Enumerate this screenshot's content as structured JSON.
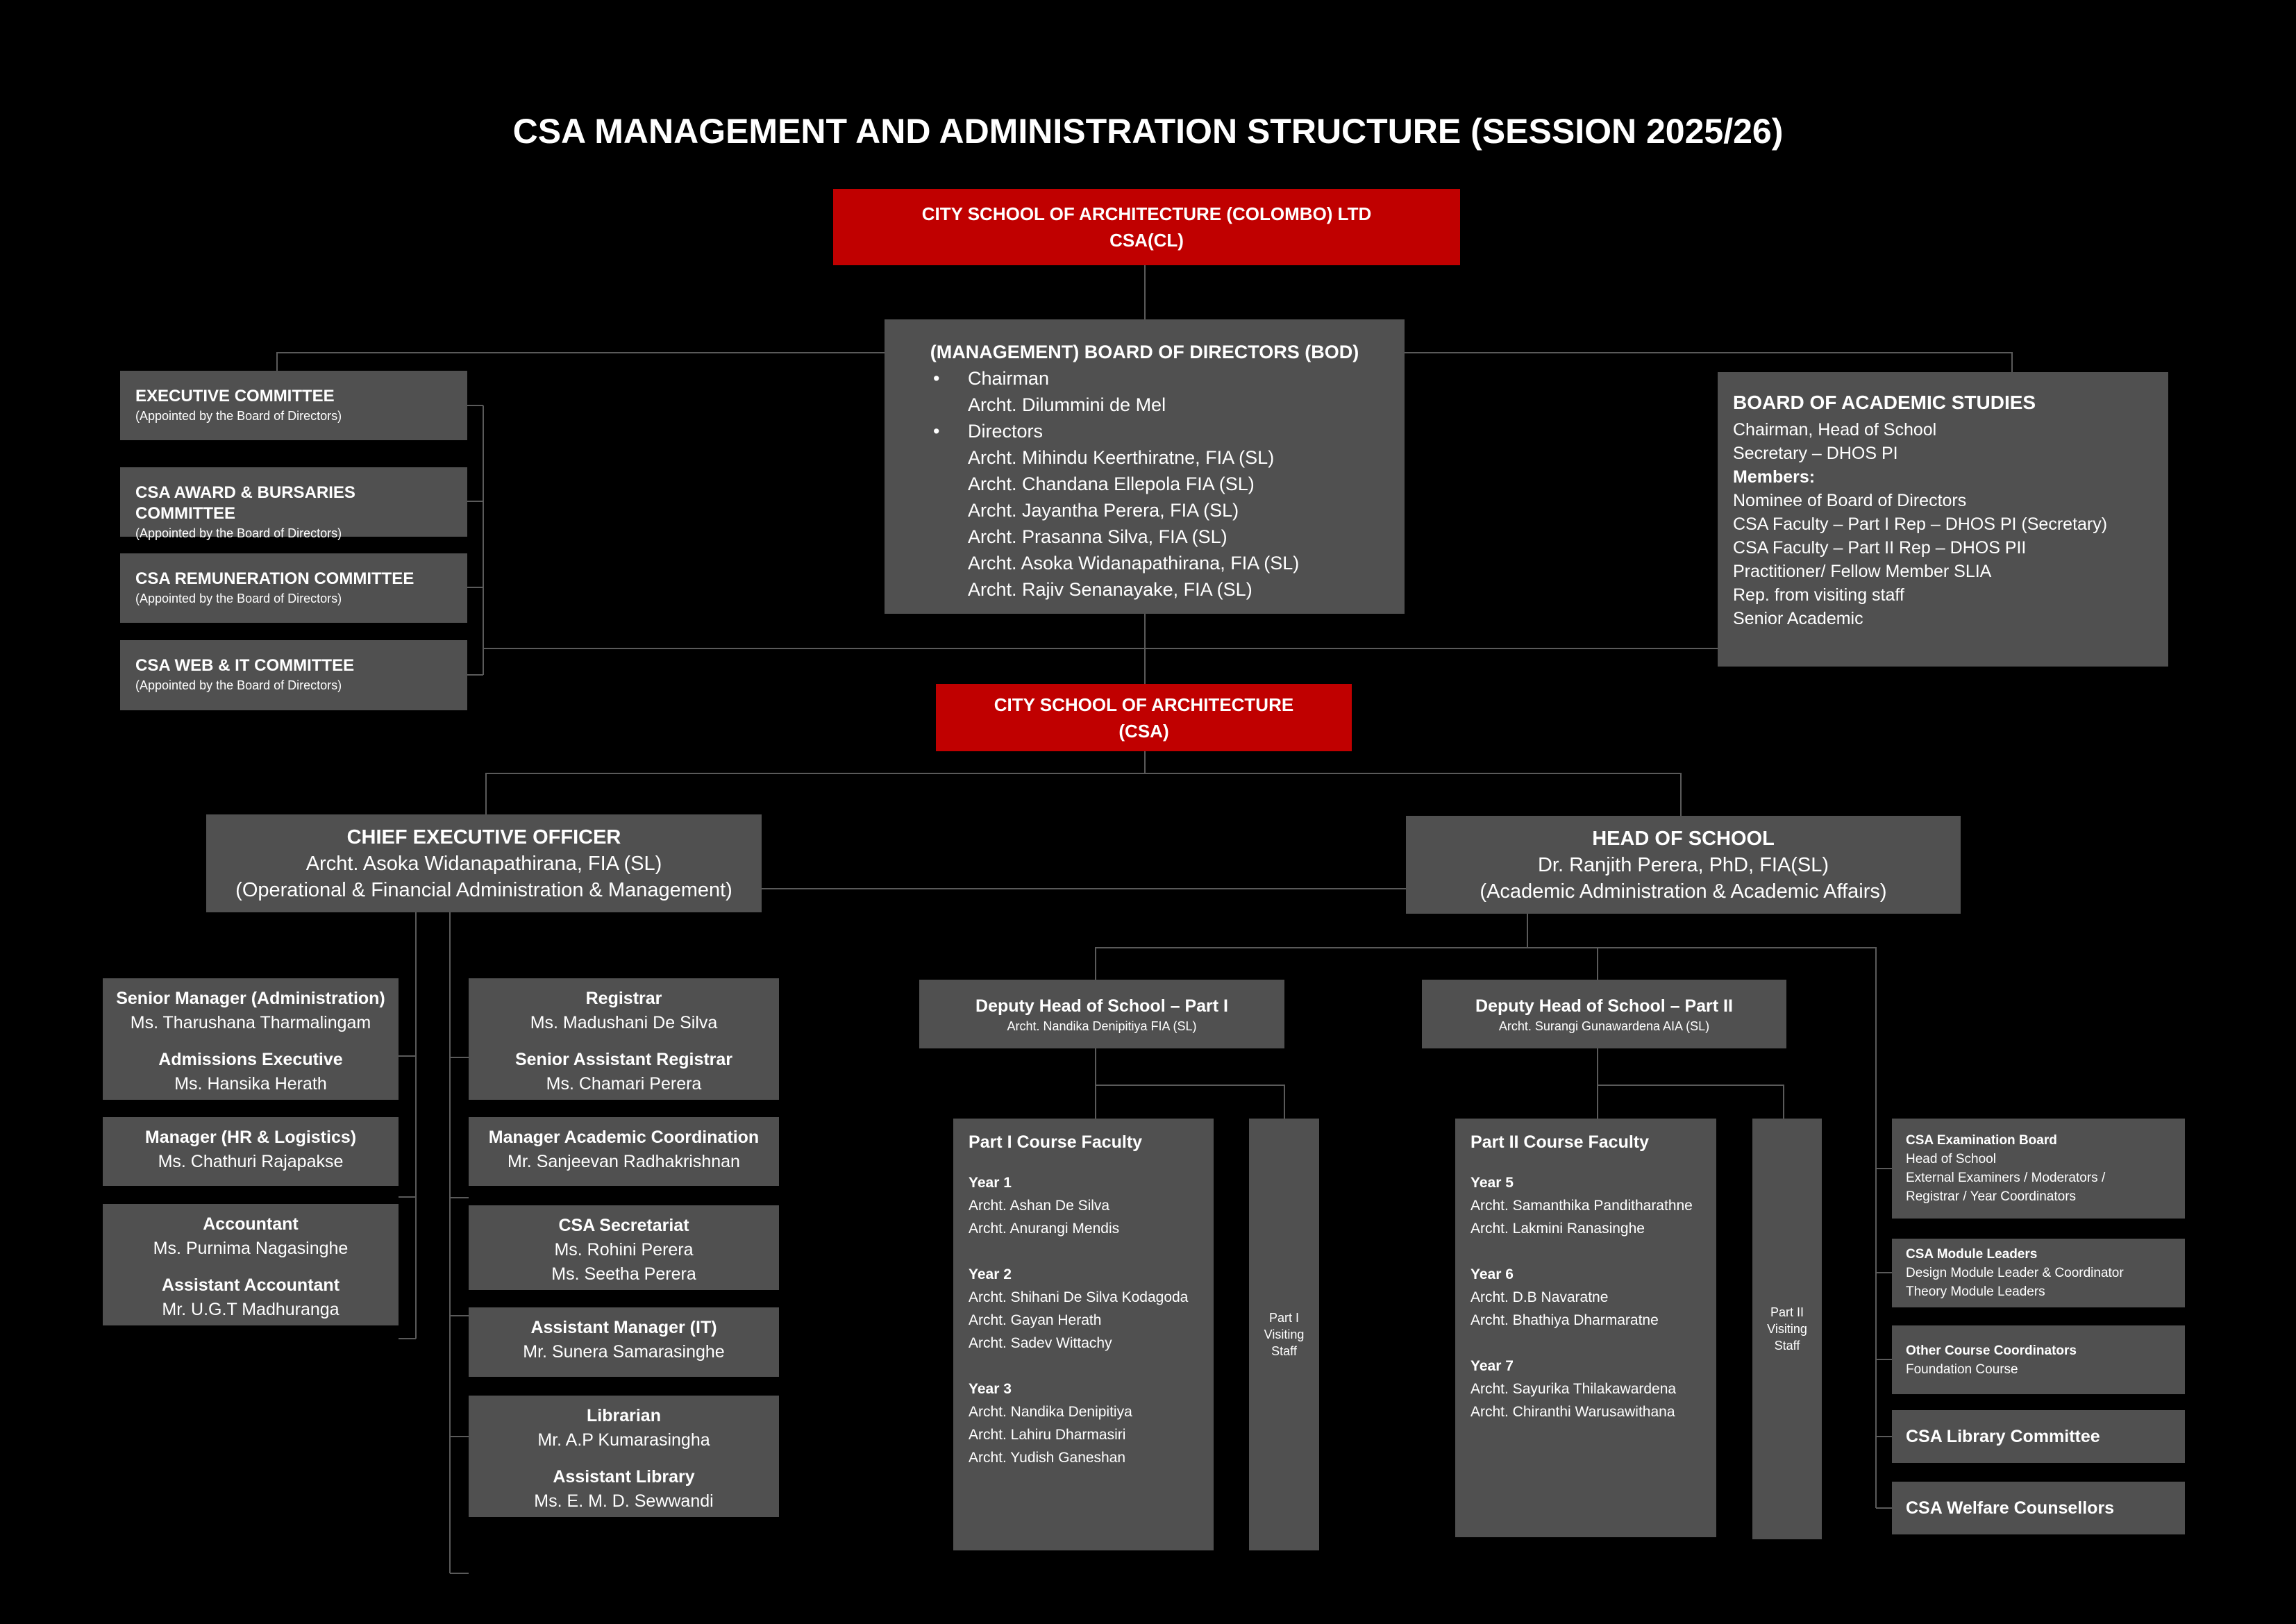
{
  "title": "CSA MANAGEMENT AND ADMINISTRATION STRUCTURE (SESSION 2025/26)",
  "colors": {
    "background": "#000000",
    "box": "#505050",
    "accent": "#c00000",
    "line": "#5a5a5a"
  },
  "company": {
    "line1": "CITY SCHOOL OF ARCHITECTURE (COLOMBO) LTD",
    "line2": "CSA(CL)"
  },
  "bod": {
    "title": "(MANAGEMENT) BOARD OF DIRECTORS (BOD)",
    "chairman_label": "Chairman",
    "chairman": "Archt. Dilummini de Mel",
    "directors_label": "Directors",
    "directors": [
      "Archt. Mihindu Keerthiratne, FIA (SL)",
      "Archt. Chandana Ellepola FIA (SL)",
      "Archt. Jayantha Perera, FIA (SL)",
      "Archt. Prasanna Silva, FIA (SL)",
      "Archt. Asoka Widanapathirana, FIA (SL)",
      "Archt. Rajiv Senanayake, FIA (SL)"
    ]
  },
  "committees": [
    {
      "name": "EXECUTIVE COMMITTEE",
      "note": "(Appointed by the Board of Directors)"
    },
    {
      "name": "CSA AWARD & BURSARIES COMMITTEE",
      "note": "(Appointed by the Board of Directors)"
    },
    {
      "name": "CSA REMUNERATION COMMITTEE",
      "note": "(Appointed by the Board of Directors)"
    },
    {
      "name": "CSA WEB & IT COMMITTEE",
      "note": "(Appointed by the Board of Directors)"
    }
  ],
  "academic_board": {
    "title": "BOARD OF ACADEMIC STUDIES",
    "lines": [
      "Chairman, Head of School",
      "Secretary – DHOS PI"
    ],
    "members_label": "Members:",
    "members": [
      "Nominee of Board of Directors",
      "CSA Faculty – Part I Rep – DHOS PI (Secretary)",
      "CSA Faculty – Part II Rep – DHOS PII",
      "Practitioner/ Fellow Member SLIA",
      "Rep. from visiting staff",
      "Senior Academic"
    ]
  },
  "school": {
    "line1": "CITY SCHOOL OF ARCHITECTURE",
    "line2": "(CSA)"
  },
  "ceo": {
    "title": "CHIEF EXECUTIVE OFFICER",
    "name": "Archt. Asoka Widanapathirana, FIA (SL)",
    "role": "(Operational & Financial Administration & Management)"
  },
  "hos": {
    "title": "HEAD OF SCHOOL",
    "name": "Dr. Ranjith Perera, PhD, FIA(SL)",
    "role": "(Academic Administration & Academic Affairs)"
  },
  "admin_left": [
    [
      {
        "role": "Senior Manager (Administration)",
        "names": [
          "Ms. Tharushana Tharmalingam"
        ]
      },
      {
        "role": "Admissions Executive",
        "names": [
          "Ms. Hansika Herath"
        ]
      }
    ],
    [
      {
        "role": "Manager (HR & Logistics)",
        "names": [
          "Ms. Chathuri Rajapakse"
        ]
      }
    ],
    [
      {
        "role": "Accountant",
        "names": [
          "Ms. Purnima Nagasinghe"
        ]
      },
      {
        "role": "Assistant Accountant",
        "names": [
          "Mr. U.G.T Madhuranga"
        ]
      }
    ]
  ],
  "admin_mid": [
    [
      {
        "role": "Registrar",
        "names": [
          "Ms. Madushani De Silva"
        ]
      },
      {
        "role": "Senior Assistant Registrar",
        "names": [
          "Ms. Chamari Perera"
        ]
      }
    ],
    [
      {
        "role": "Manager Academic Coordination",
        "names": [
          "Mr. Sanjeevan Radhakrishnan"
        ]
      }
    ],
    [
      {
        "role": "CSA Secretariat",
        "names": [
          "Ms. Rohini Perera",
          "Ms. Seetha Perera"
        ]
      }
    ],
    [
      {
        "role": "Assistant Manager (IT)",
        "names": [
          "Mr. Sunera Samarasinghe"
        ]
      }
    ],
    [
      {
        "role": "Librarian",
        "names": [
          "Mr. A.P Kumarasingha"
        ]
      },
      {
        "role": "Assistant Library",
        "names": [
          "Ms. E. M. D. Sewwandi"
        ]
      }
    ]
  ],
  "deputies": [
    {
      "title": "Deputy Head of School – Part I",
      "name": "Archt. Nandika Denipitiya FIA (SL)"
    },
    {
      "title": "Deputy Head of School – Part II",
      "name": "Archt. Surangi Gunawardena AIA (SL)"
    }
  ],
  "faculty": [
    {
      "title": "Part I Course Faculty",
      "years": [
        {
          "year": "Year 1",
          "names": [
            "Archt. Ashan De Silva",
            "Archt. Anurangi Mendis"
          ]
        },
        {
          "year": "Year 2",
          "names": [
            "Archt. Shihani De Silva Kodagoda",
            "Archt. Gayan Herath",
            "Archt. Sadev Wittachy"
          ]
        },
        {
          "year": "Year 3",
          "names": [
            "Archt. Nandika Denipitiya",
            "Archt. Lahiru Dharmasiri",
            "Archt. Yudish Ganeshan"
          ]
        }
      ]
    },
    {
      "title": "Part II Course Faculty",
      "years": [
        {
          "year": "Year 5",
          "names": [
            "Archt. Samanthika Panditharathne",
            "Archt. Lakmini Ranasinghe"
          ]
        },
        {
          "year": "Year 6",
          "names": [
            "Archt. D.B Navaratne",
            "Archt. Bhathiya Dharmaratne"
          ]
        },
        {
          "year": "Year 7",
          "names": [
            "Archt. Sayurika Thilakawardena",
            "Archt. Chiranthi Warusawithana"
          ]
        }
      ]
    }
  ],
  "visiting": [
    {
      "lines": [
        "Part I",
        "Visiting",
        "Staff"
      ]
    },
    {
      "lines": [
        "Part II",
        "Visiting",
        "Staff"
      ]
    }
  ],
  "academic_units": [
    {
      "title": "CSA Examination Board",
      "lines": [
        "Head of School",
        "External Examiners / Moderators /",
        "Registrar / Year Coordinators"
      ]
    },
    {
      "title": "CSA Module Leaders",
      "lines": [
        "Design Module Leader & Coordinator",
        "Theory Module Leaders"
      ]
    },
    {
      "title": "Other Course Coordinators",
      "lines": [
        "Foundation Course"
      ]
    },
    {
      "title": "CSA Library Committee",
      "lines": [],
      "big": true
    },
    {
      "title": "CSA Welfare Counsellors",
      "lines": [],
      "big": true
    }
  ]
}
